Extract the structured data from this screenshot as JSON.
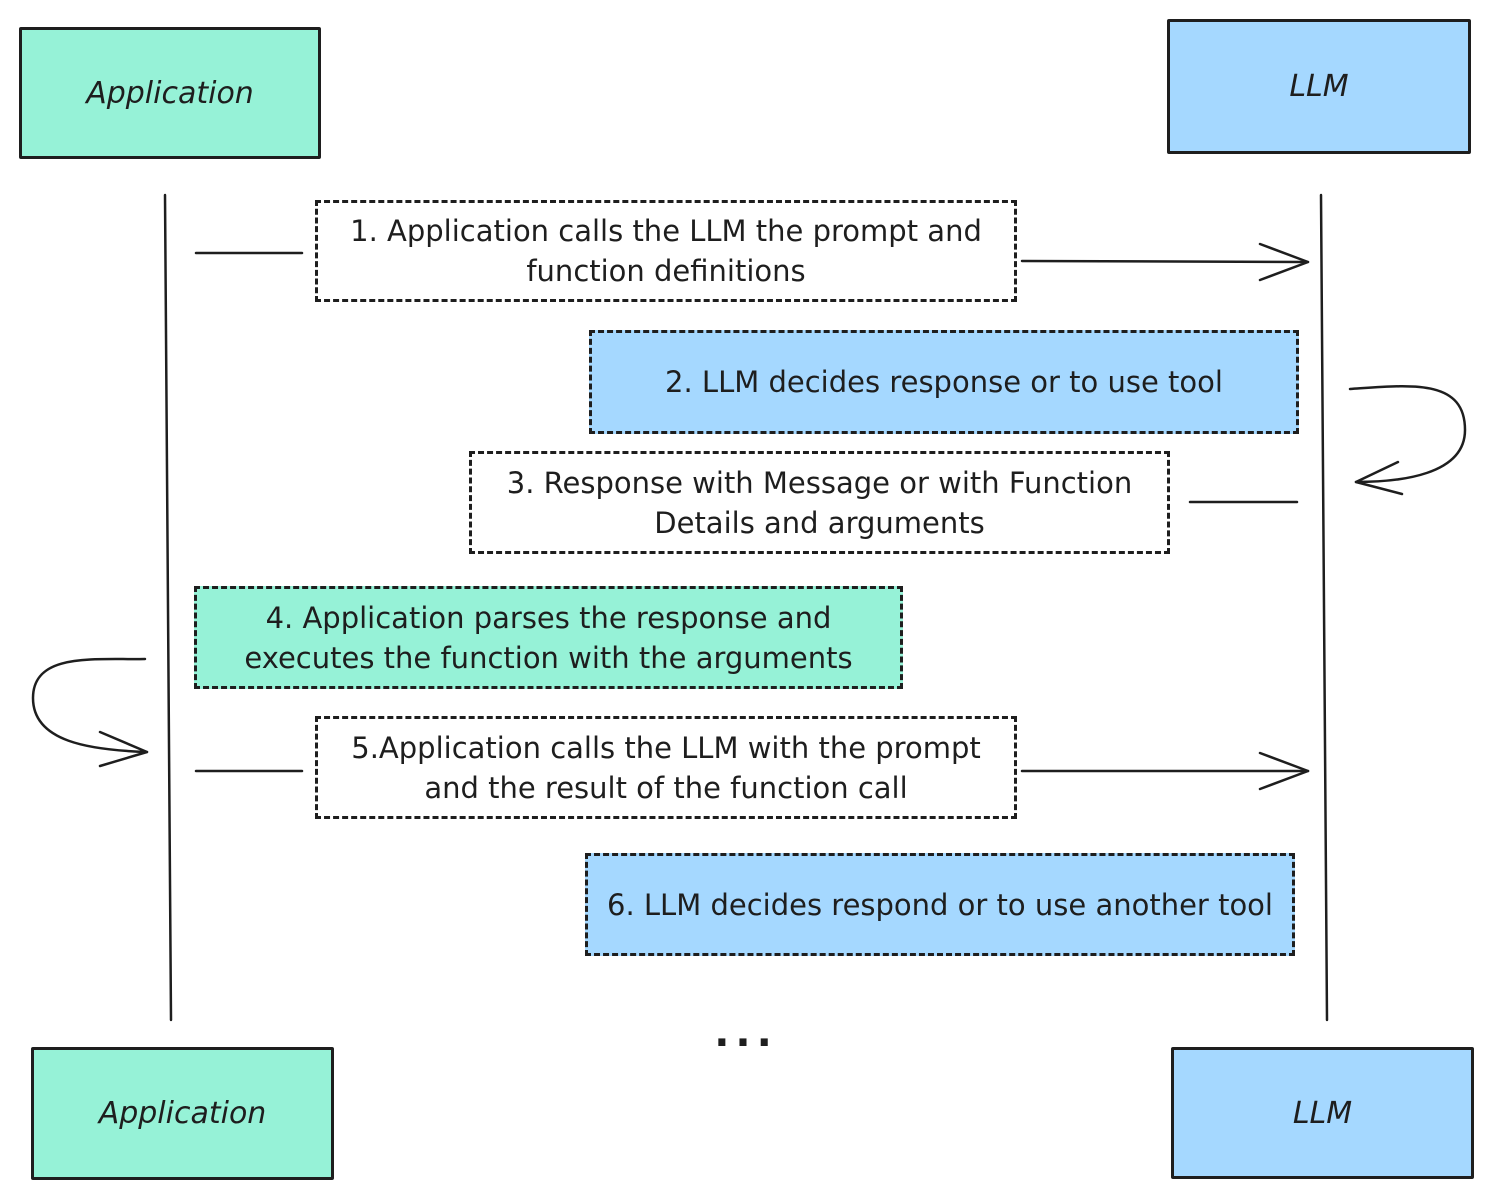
{
  "actors": {
    "app_label": "Application",
    "llm_label": "LLM"
  },
  "steps": [
    {
      "text": "1. Application calls the LLM the prompt and function definitions"
    },
    {
      "text": "2. LLM decides response or to use tool"
    },
    {
      "text": "3. Response with Message or with Function Details and arguments"
    },
    {
      "text": "4. Application parses the response and executes the function with the arguments"
    },
    {
      "text": "5.Application calls the LLM with the prompt and the result of the function call"
    },
    {
      "text": "6. LLM decides respond or to use another tool"
    }
  ],
  "ellipsis": "...",
  "colors": {
    "application": "#96f2d7",
    "llm": "#a5d8ff",
    "stroke": "#1e1e1e"
  }
}
